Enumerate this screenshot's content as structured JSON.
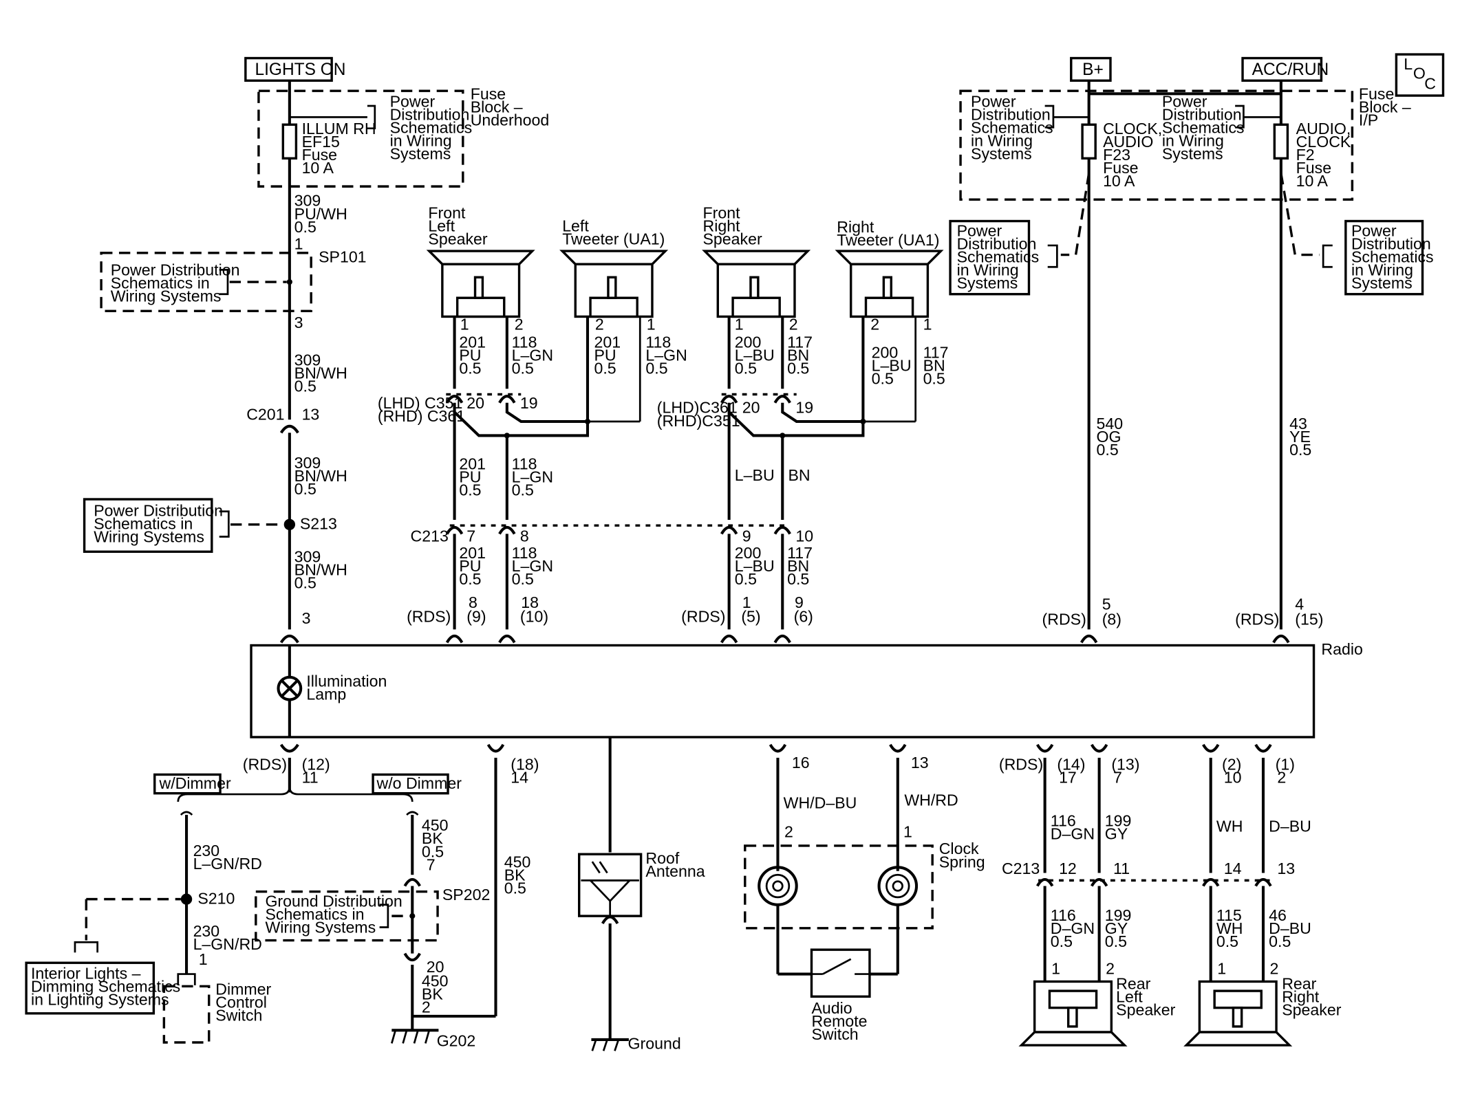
{
  "supply": {
    "lights_on": "LIGHTS ON",
    "bplus": "B+",
    "acc_run": "ACC/RUN",
    "loc": [
      "L",
      "O",
      "C"
    ]
  },
  "fuse_uh": {
    "name": [
      "ILLUM RH",
      "EF15",
      "Fuse",
      "10 A"
    ],
    "block": [
      "Fuse",
      "Block –",
      "Underhood"
    ],
    "ref": [
      "Power",
      "Distribution",
      "Schematics",
      "in Wiring",
      "Systems"
    ]
  },
  "fuse_ip": {
    "f23": [
      "CLOCK,",
      "AUDIO",
      "F23",
      "Fuse",
      "10 A"
    ],
    "f2": [
      "AUDIO,",
      "CLOCK",
      "F2",
      "Fuse",
      "10 A"
    ],
    "block": [
      "Fuse",
      "Block –",
      "I/P"
    ],
    "ref_a": [
      "Power",
      "Distribution",
      "Schematics",
      "in Wiring",
      "Systems"
    ],
    "ref_b": [
      "Power",
      "Distribution",
      "Schematics",
      "in Wiring",
      "Systems"
    ],
    "ref_c": [
      "Power",
      "Distribution",
      "Schematics",
      "in Wiring",
      "Systems"
    ],
    "ref_d": [
      "Power",
      "Distribution",
      "Schematics",
      "in Wiring",
      "Systems"
    ]
  },
  "illum_circuit": {
    "w1": [
      "309",
      "PU/WH",
      "0.5"
    ],
    "sp101_pin_top": "1",
    "sp101": "SP101",
    "sp101_ref": [
      "Power Distribution",
      "Schematics in",
      "Wiring Systems"
    ],
    "sp101_pin_bot": "3",
    "w2": [
      "309",
      "BN/WH",
      "0.5"
    ],
    "c201": "C201",
    "c201_pin": "13",
    "w3": [
      "309",
      "BN/WH",
      "0.5"
    ],
    "s213": "S213",
    "s213_ref": [
      "Power Distribution",
      "Schematics in",
      "Wiring Systems"
    ],
    "w4": [
      "309",
      "BN/WH",
      "0.5"
    ],
    "radio_pin": "3"
  },
  "speakers": {
    "fl": [
      "Front",
      "Left",
      "Speaker"
    ],
    "lt": [
      "Left",
      "Tweeter (UA1)"
    ],
    "fr": [
      "Front",
      "Right",
      "Speaker"
    ],
    "rt": [
      "Right",
      "Tweeter (UA1)"
    ],
    "rl": [
      "Rear",
      "Left",
      "Speaker"
    ],
    "rr": [
      "Rear",
      "Right",
      "Speaker"
    ]
  },
  "front_left": {
    "pins": [
      "1",
      "2",
      "2",
      "1"
    ],
    "w_fl1": [
      "201",
      "PU",
      "0.5"
    ],
    "w_fl2": [
      "118",
      "L–GN",
      "0.5"
    ],
    "w_lt2": [
      "201",
      "PU",
      "0.5"
    ],
    "w_lt1": [
      "118",
      "L–GN",
      "0.5"
    ],
    "conn": [
      "(LHD) C351",
      "(RHD) C361"
    ],
    "conn_pins": [
      "20",
      "19"
    ],
    "w_mid1": [
      "201",
      "PU",
      "0.5"
    ],
    "w_mid2": [
      "118",
      "L–GN",
      "0.5"
    ],
    "c213": "C213",
    "c213_pins": [
      "7",
      "8"
    ],
    "w_low1": [
      "201",
      "PU",
      "0.5"
    ],
    "w_low2": [
      "118",
      "L–GN",
      "0.5"
    ],
    "rds_label": "(RDS)",
    "rds_pins_a": [
      "8",
      "(9)"
    ],
    "rds_pins_b": [
      "18",
      "(10)"
    ]
  },
  "front_right": {
    "pins": [
      "1",
      "2",
      "2",
      "1"
    ],
    "w_fr1": [
      "200",
      "L–BU",
      "0.5"
    ],
    "w_fr2": [
      "117",
      "BN",
      "0.5"
    ],
    "w_rt2": [
      "200",
      "L–BU",
      "0.5"
    ],
    "w_rt1": [
      "117",
      "BN",
      "0.5"
    ],
    "conn": [
      "(LHD)C361",
      "(RHD)C351"
    ],
    "conn_pins": [
      "20",
      "19"
    ],
    "w_mid1": "L–BU",
    "w_mid2": "BN",
    "c213_pins": [
      "9",
      "10"
    ],
    "w_low1": [
      "200",
      "L–BU",
      "0.5"
    ],
    "w_low2": [
      "117",
      "BN",
      "0.5"
    ],
    "rds_label": "(RDS)",
    "rds_pins_a": [
      "1",
      "(5)"
    ],
    "rds_pins_b": [
      "9",
      "(6)"
    ]
  },
  "battery_feed": {
    "w540": [
      "540",
      "OG",
      "0.5"
    ],
    "w43": [
      "43",
      "YE",
      "0.5"
    ],
    "rds_label_a": "(RDS)",
    "pins_a": [
      "5",
      "(8)"
    ],
    "rds_label_b": "(RDS)",
    "pins_b": [
      "4",
      "(15)"
    ]
  },
  "radio": {
    "label": "Radio",
    "lamp": [
      "Illumination",
      "Lamp"
    ]
  },
  "dimmer": {
    "rds_label": "(RDS)",
    "pins": [
      "(12)",
      "11"
    ],
    "w_dimmer": "w/Dimmer",
    "wo_dimmer": "w/o Dimmer",
    "w230a": [
      "230",
      "L–GN/RD"
    ],
    "s210": "S210",
    "w230b": [
      "230",
      "L–GN/RD"
    ],
    "dimmer_pin": "1",
    "interior_ref": [
      "Interior Lights –",
      "Dimming Schematics",
      "in Lighting Systems"
    ],
    "switch": [
      "Dimmer",
      "Control",
      "Switch"
    ],
    "w450a": [
      "450",
      "BK",
      "0.5"
    ],
    "sp202_pin_top": "7",
    "sp202": "SP202",
    "ground_ref": [
      "Ground Distribution",
      "Schematics in",
      "Wiring Systems"
    ],
    "sp202_pin_bot": "20",
    "w450b": [
      "450",
      "BK"
    ],
    "g202_pin": "2",
    "g202": "G202"
  },
  "ground_circuit": {
    "pins": [
      "(18)",
      "14"
    ],
    "w450": [
      "450",
      "BK",
      "0.5"
    ],
    "antenna": [
      "Roof",
      "Antenna"
    ],
    "ground": "Ground"
  },
  "clock_spring": {
    "pin_a": "16",
    "pin_b": "13",
    "w_a": "WH/D–BU",
    "w_b": "WH/RD",
    "cs_pins": [
      "2",
      "1"
    ],
    "label": [
      "Clock",
      "Spring"
    ],
    "switch": [
      "Audio",
      "Remote",
      "Switch"
    ]
  },
  "rear": {
    "rds_label": "(RDS)",
    "pins_l1": [
      "(14)",
      "17"
    ],
    "pins_l2": [
      "(13)",
      "7"
    ],
    "pins_r1": [
      "(2)",
      "10"
    ],
    "pins_r2": [
      "(1)",
      "2"
    ],
    "w116": [
      "116",
      "D–GN"
    ],
    "w199": [
      "199",
      "GY"
    ],
    "wWH": "WH",
    "wDBU": "D–BU",
    "c213": "C213",
    "c213_pins": [
      "12",
      "11",
      "14",
      "13"
    ],
    "w116b": [
      "116",
      "D–GN",
      "0.5"
    ],
    "w199b": [
      "199",
      "GY",
      "0.5"
    ],
    "w115": [
      "115",
      "WH",
      "0.5"
    ],
    "w46": [
      "46",
      "D–BU",
      "0.5"
    ],
    "spk_pins": [
      "1",
      "2",
      "1",
      "2"
    ]
  }
}
